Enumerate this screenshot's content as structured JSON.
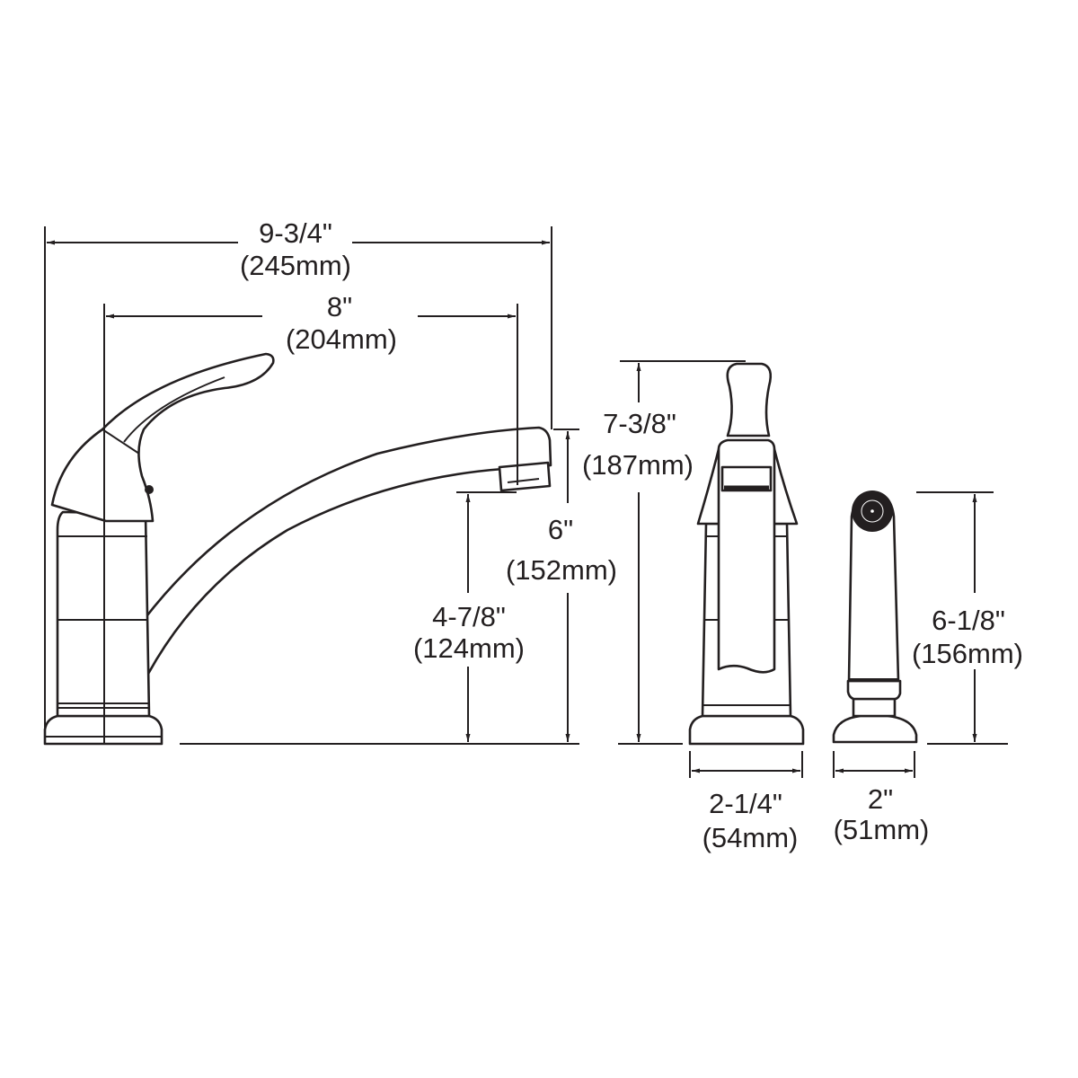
{
  "colors": {
    "line": "#231f20",
    "background": "#ffffff"
  },
  "dimensions": {
    "overall_length": {
      "inch": "9-3/4\"",
      "mm": "(245mm)"
    },
    "spout_reach": {
      "inch": "8\"",
      "mm": "(204mm)"
    },
    "spout_height": {
      "inch": "6\"",
      "mm": "(152mm)"
    },
    "aerator_height": {
      "inch": "4-7/8\"",
      "mm": "(124mm)"
    },
    "overall_height": {
      "inch": "7-3/8\"",
      "mm": "(187mm)"
    },
    "base_width": {
      "inch": "2-1/4\"",
      "mm": "(54mm)"
    },
    "sprayer_height": {
      "inch": "6-1/8\"",
      "mm": "(156mm)"
    },
    "sprayer_base_width": {
      "inch": "2\"",
      "mm": "(51mm)"
    }
  }
}
